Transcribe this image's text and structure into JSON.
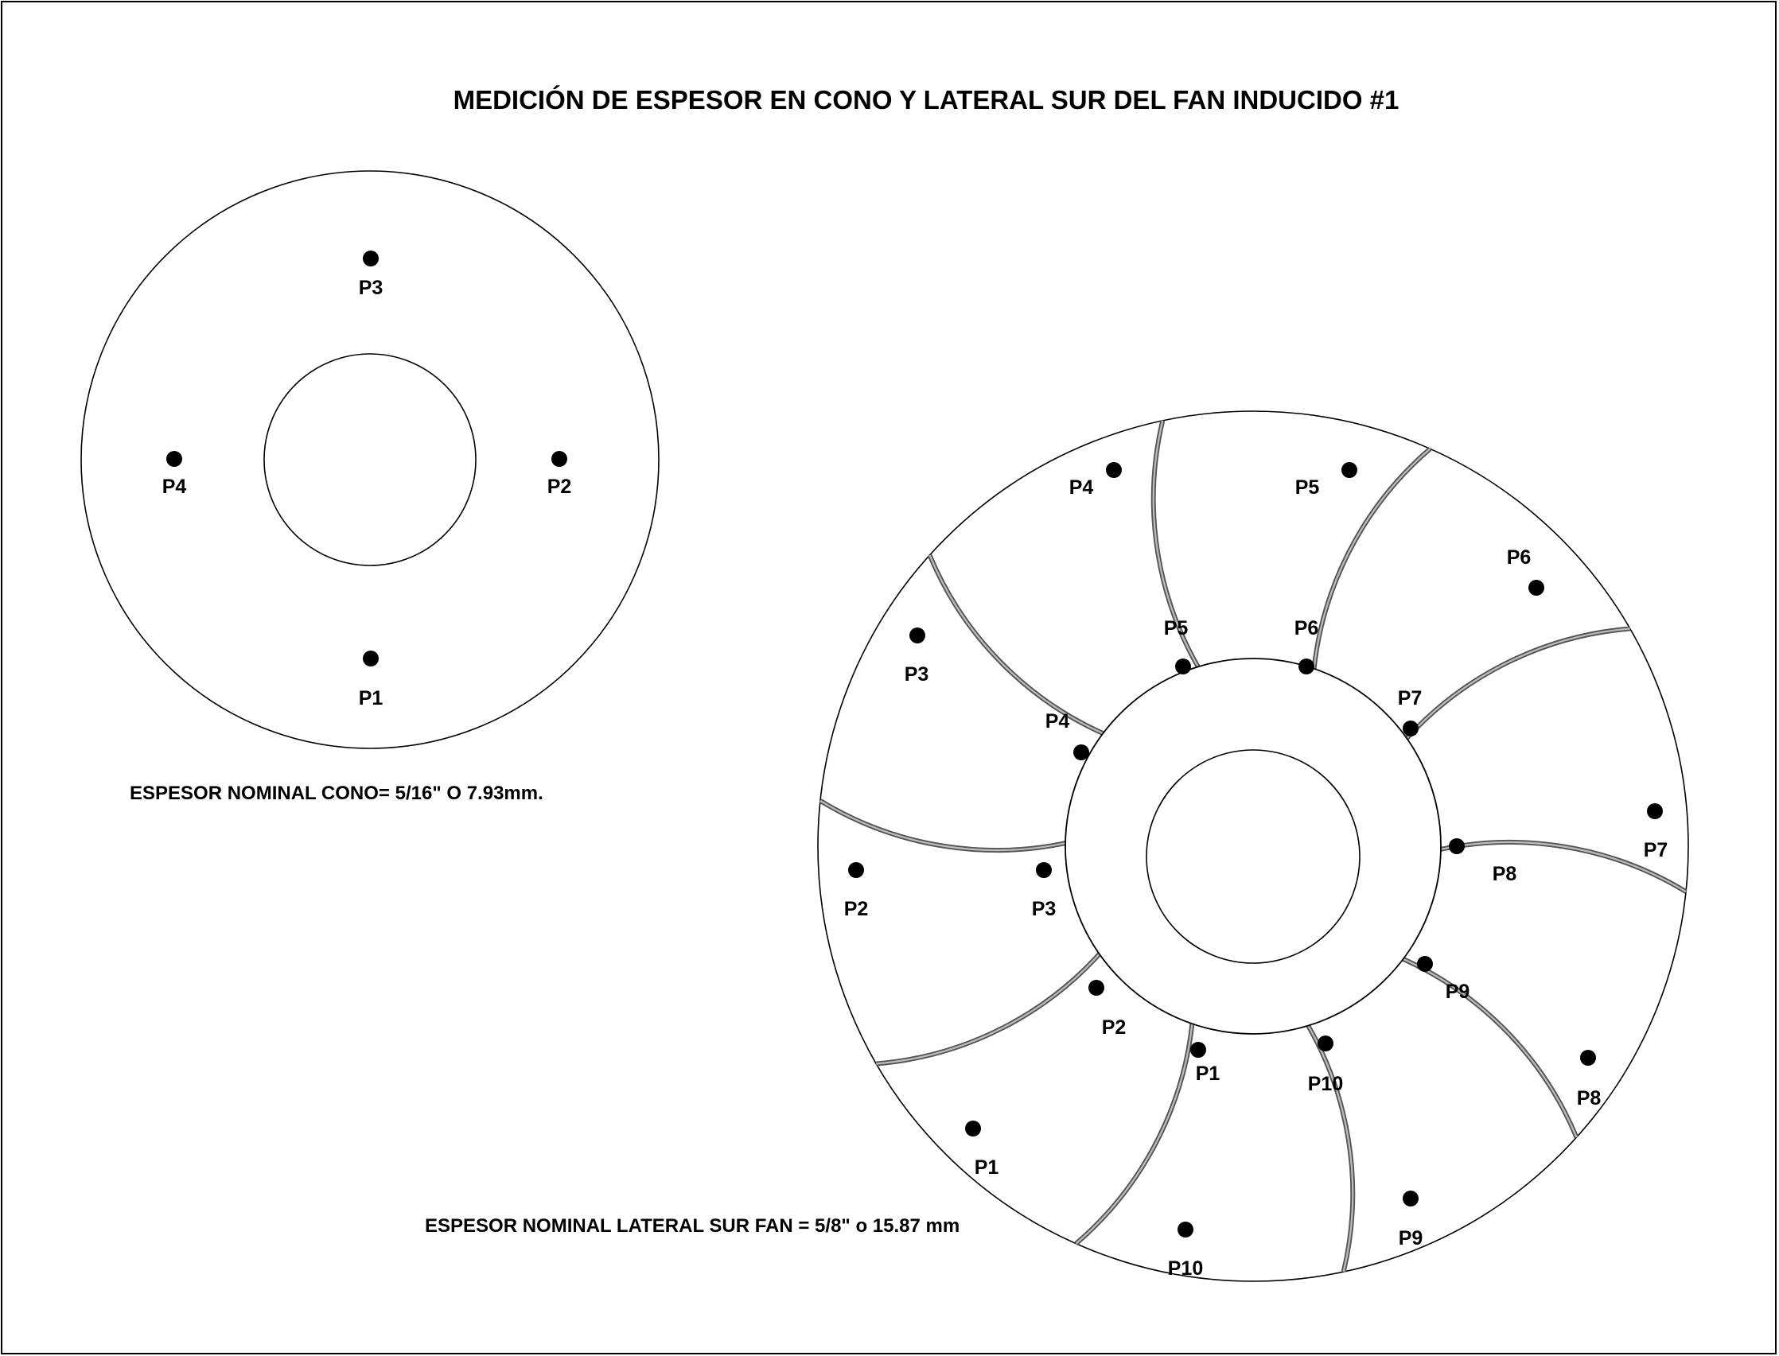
{
  "title": "MEDICIÓN DE ESPESOR EN CONO Y LATERAL SUR DEL FAN INDUCIDO #1",
  "cone": {
    "note": "ESPESOR NOMINAL CONO= 5/16\" O 7.93mm.",
    "points": [
      "P3",
      "P4",
      "P2",
      "P1"
    ]
  },
  "fan": {
    "note": "ESPESOR NOMINAL LATERAL SUR FAN = 5/8\" o 15.87 mm",
    "vane_count": 10,
    "outer_points": [
      "P4",
      "P5",
      "P6",
      "P3",
      "P7",
      "P2",
      "P8",
      "P1",
      "P9",
      "P10"
    ],
    "inner_points": [
      "P5",
      "P6",
      "P4",
      "P7",
      "P3",
      "P8",
      "P2",
      "P9",
      "P1",
      "P10"
    ]
  },
  "colors": {
    "ink": "#000000",
    "vane_shade": "#555555",
    "background": "#ffffff"
  }
}
